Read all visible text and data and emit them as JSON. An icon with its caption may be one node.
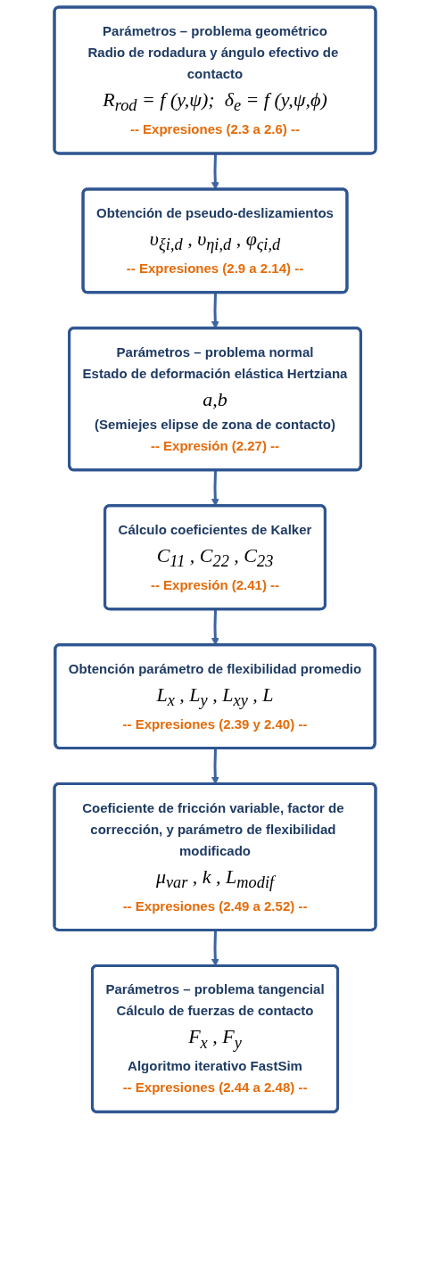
{
  "diagram": {
    "nodes": [
      {
        "text": [
          "Parámetros – problema geométrico",
          "Radio de rodadura y ángulo efectivo de contacto",
          "R$_{rod}$ = f (y,ψ);  δ$_{e}$ = f (y,ψ,ϕ)",
          "-- Expresiones (2.3 a 2.6) --"
        ]
      },
      {
        "text": [
          "Obtención de pseudo-deslizamientos",
          "υ$_{ξi,d}$ , υ$_{ηi,d}$ , φ$_{ςi,d}$",
          "-- Expresiones (2.9 a 2.14) --"
        ]
      },
      {
        "text": [
          "Parámetros – problema normal",
          "Estado de deformación elástica Hertziana",
          "a,b",
          "(Semiejes elipse de zona de contacto)",
          "-- Expresión (2.27) --"
        ]
      },
      {
        "text": [
          "Cálculo coeficientes de Kalker",
          "C$_{11}$ , C$_{22}$ , C$_{23}$",
          "-- Expresión (2.41) --"
        ]
      },
      {
        "text": [
          "Obtención parámetro de flexibilidad promedio",
          "L$_{x}$ , L$_{y}$ , L$_{xy}$ , L",
          "-- Expresiones (2.39 y 2.40) --"
        ]
      },
      {
        "text": [
          "Coeficiente de fricción variable, factor de corrección, y parámetro de flexibilidad modificado",
          "μ$_{var}$ , k , L$_{modif}$",
          "-- Expresiones (2.49 a 2.52) --"
        ]
      },
      {
        "text": [
          "Parámetros – problema tangencial",
          "Cálculo de fuerzas de contacto",
          "F$_{x}$ , F$_{y}$",
          "Algoritmo iterativo FastSim",
          "-- Expresiones (2.44 a 2.48) --"
        ]
      }
    ],
    "edges": [
      {
        "from": 0,
        "to": 1,
        "arrow": "to"
      },
      {
        "from": 1,
        "to": 2,
        "arrow": "to"
      },
      {
        "from": 2,
        "to": 3,
        "arrow": "to"
      },
      {
        "from": 3,
        "to": 4,
        "arrow": "to"
      },
      {
        "from": 4,
        "to": 5,
        "arrow": "to"
      },
      {
        "from": 5,
        "to": 6,
        "arrow": "to"
      }
    ]
  }
}
